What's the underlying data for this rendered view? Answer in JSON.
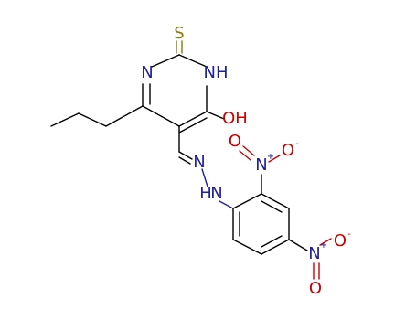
{
  "atoms": {
    "s": "S",
    "n_left": "N",
    "nh_ring": "NH",
    "oh": "OH",
    "n_hydrazone": "N",
    "nh_hydrazone": "N",
    "h_hydrazone": "H",
    "no2_top_n": "N",
    "no2_top_o_right": "O",
    "no2_top_o_up": "O",
    "no2_bottom_n": "N",
    "no2_bottom_o_right": "O",
    "no2_bottom_o_down": "O"
  },
  "charges": {
    "no2_top_n_plus": "+",
    "no2_top_o_minus": "-",
    "no2_bottom_n_plus": "+",
    "no2_bottom_o_minus": "-"
  },
  "colors": {
    "carbon_bond": "#000000",
    "nitrogen": "#1f1f9a",
    "oxygen": "#cc0000",
    "sulfur": "#8a7a00"
  }
}
